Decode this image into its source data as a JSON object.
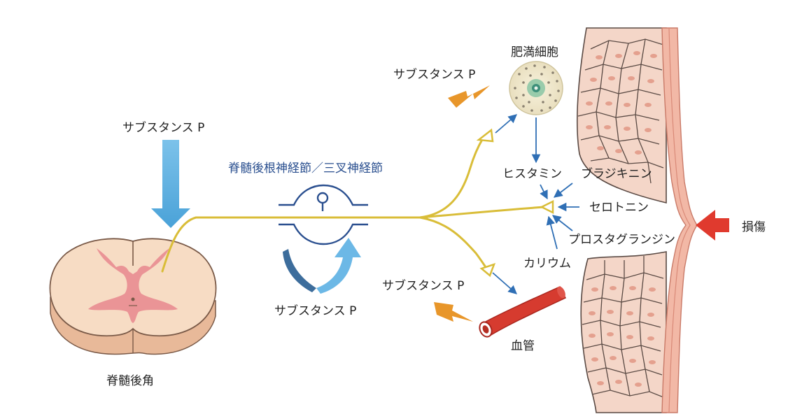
{
  "title": "",
  "labels": {
    "substance_p_top": "サブスタンス P",
    "ganglion": "脊髄後根神経節／三叉神経節",
    "substance_p_bottom": "サブスタンス P",
    "dorsal_horn": "脊髄後角",
    "mast_cell": "肥満細胞",
    "substance_p_mast": "サブスタンス P",
    "histamine": "ヒスタミン",
    "bradykinin": "ブラジキニン",
    "serotonin": "セロトニン",
    "prostaglandin": "プロスタグランジン",
    "potassium": "カリウム",
    "substance_p_vessel": "サブスタンス P",
    "blood_vessel": "血管",
    "injury": "損傷"
  },
  "colors": {
    "nerve": "#d9bd38",
    "arrow_blue": "#2f6fb5",
    "big_arrow": "#5aaee0",
    "injury_arrow": "#e03a2e",
    "spark": "#e8962a",
    "spinal_body": "#f7dcc4",
    "gray_matter": "#e98f94",
    "vessel": "#d63b2f",
    "skin": "#f2c6b4"
  },
  "icons": {
    "spark": "lightning-bolt-icon",
    "arrows": "arrow-icon"
  }
}
